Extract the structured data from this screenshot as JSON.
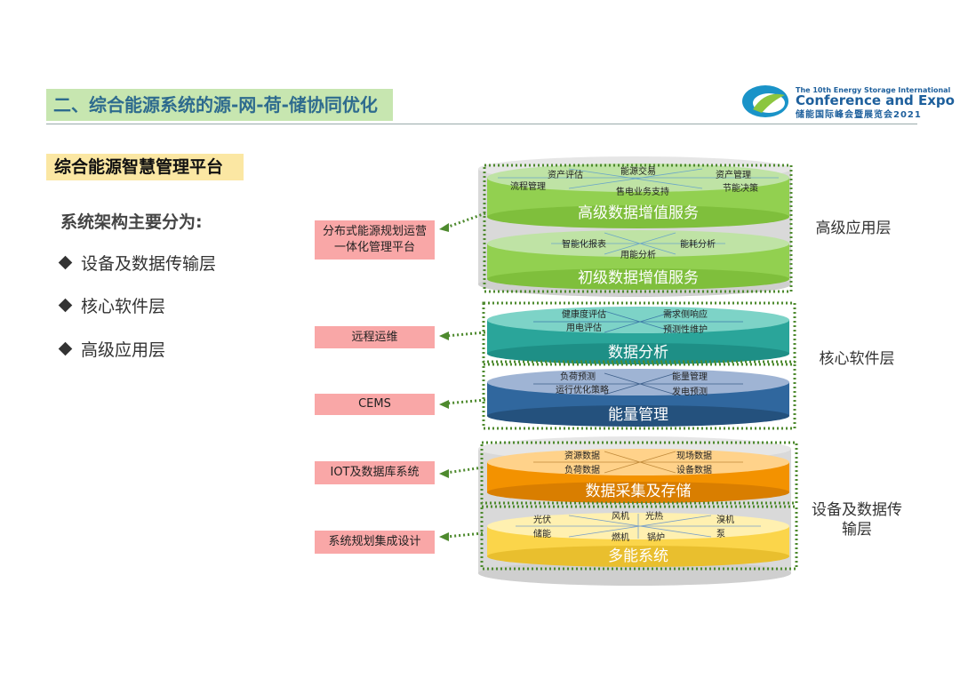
{
  "header": {
    "section_title": "二、综合能源系统的源-网-荷-储协同优化",
    "logo_line1": "The 10th Energy Storage International",
    "logo_line2": "Conference and Expo",
    "logo_line3": "储能国际峰会暨展览会2021"
  },
  "content": {
    "subtitle": "综合能源智慧管理平台",
    "intro": "系统架构主要分为:",
    "bullets": [
      "设备及数据传输层",
      "核心软件层",
      "高级应用层"
    ]
  },
  "left_boxes": [
    "分布式能源规划运营一体化管理平台",
    "远程运维",
    "CEMS",
    "IOT及数据库系统",
    "系统规划集成设计"
  ],
  "layer_labels": [
    "高级应用层",
    "核心软件层",
    "设备及数据传输层"
  ],
  "disks": [
    {
      "title": "高级数据增值服务",
      "items": [
        "资产评估",
        "能源交易",
        "资产管理",
        "流程管理",
        "售电业务支持",
        "节能决策"
      ]
    },
    {
      "title": "初级数据增值服务",
      "items": [
        "智能化报表",
        "能耗分析",
        "用能分析"
      ]
    },
    {
      "title": "数据分析",
      "items": [
        "健康度评估",
        "需求侧响应",
        "用电评估",
        "预测性维护"
      ]
    },
    {
      "title": "能量管理",
      "items": [
        "负荷预测",
        "能量管理",
        "运行优化策略",
        "发电预测"
      ]
    },
    {
      "title": "数据采集及存储",
      "items": [
        "资源数据",
        "现场数据",
        "负荷数据",
        "设备数据"
      ]
    },
    {
      "title": "多能系统",
      "items": [
        "光伏",
        "风机",
        "光热",
        "溴机",
        "储能",
        "燃机",
        "锅炉",
        "泵"
      ]
    }
  ],
  "colors": {
    "green_top": "#bfe3a5",
    "green_body": "#92d050",
    "teal_top": "#7dd3c7",
    "teal_body": "#2aa59a",
    "blue_top": "#9fb4d4",
    "blue_body": "#30679e",
    "orange_top": "#ffd28a",
    "orange_body": "#f39200",
    "yellow_top": "#fff0b0",
    "yellow_body": "#fbd54a",
    "dot_green": "#4e8a2e"
  }
}
